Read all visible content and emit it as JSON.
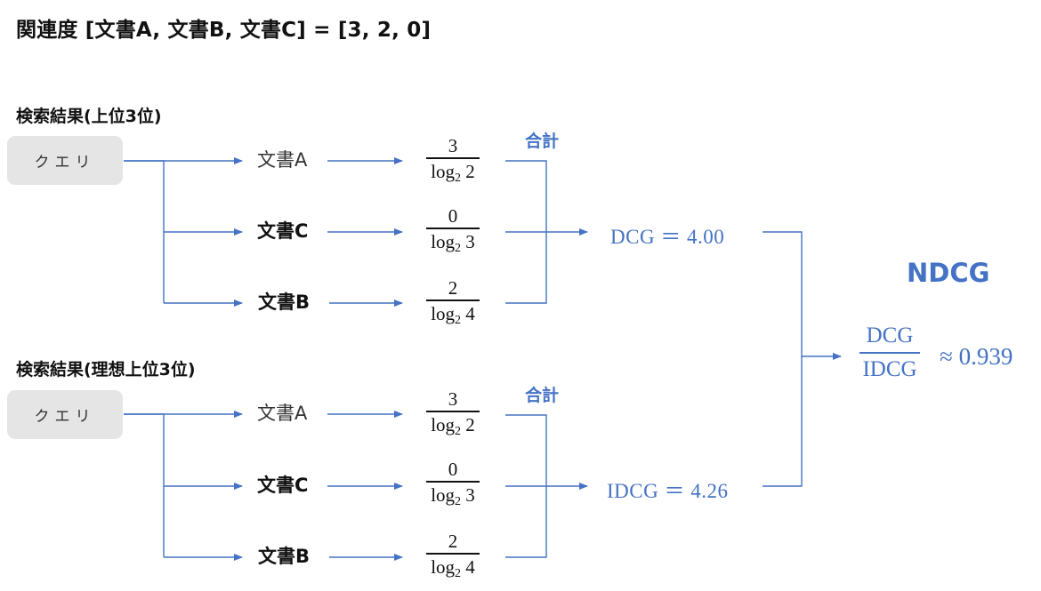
{
  "title": "関連度 [文書A, 文書B, 文書C] = [3, 2, 0]",
  "colors": {
    "accent": "#4472c4",
    "query_bg": "#e5e5e5",
    "text": "#111111"
  },
  "sections": [
    {
      "label": "検索結果(上位3位)",
      "query_label": "クエリ",
      "docs": [
        {
          "label": "文書A",
          "style": "normal",
          "numerator": "3",
          "denominator_base": "log",
          "denominator_sub": "2",
          "denominator_arg": "2"
        },
        {
          "label": "文書C",
          "style": "bold",
          "numerator": "0",
          "denominator_base": "log",
          "denominator_sub": "2",
          "denominator_arg": "3"
        },
        {
          "label": "文書B",
          "style": "bold",
          "numerator": "2",
          "denominator_base": "log",
          "denominator_sub": "2",
          "denominator_arg": "4"
        }
      ],
      "sum_label": "合計",
      "result": "DCG ＝ 4.00"
    },
    {
      "label": "検索結果(理想上位3位)",
      "query_label": "クエリ",
      "docs": [
        {
          "label": "文書A",
          "style": "normal",
          "numerator": "3",
          "denominator_base": "log",
          "denominator_sub": "2",
          "denominator_arg": "2"
        },
        {
          "label": "文書C",
          "style": "bold",
          "numerator": "0",
          "denominator_base": "log",
          "denominator_sub": "2",
          "denominator_arg": "3"
        },
        {
          "label": "文書B",
          "style": "bold",
          "numerator": "2",
          "denominator_base": "log",
          "denominator_sub": "2",
          "denominator_arg": "4"
        }
      ],
      "sum_label": "合計",
      "result": "IDCG ＝ 4.26"
    }
  ],
  "ndcg": {
    "title": "NDCG",
    "numerator": "DCG",
    "denominator": "IDCG",
    "value": "≈ 0.939"
  }
}
